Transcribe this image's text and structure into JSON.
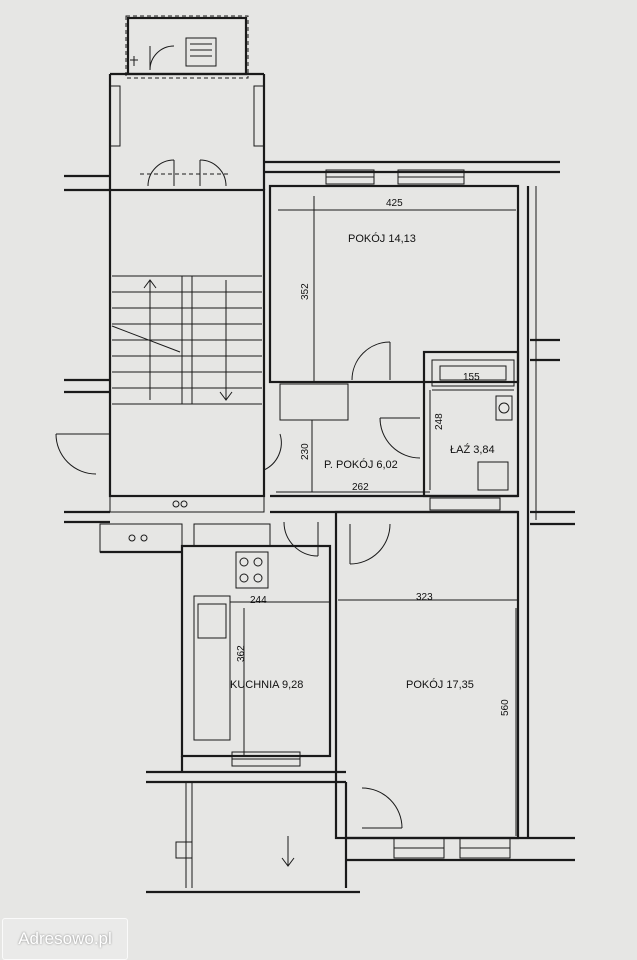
{
  "rooms": {
    "pokoj1": "POKÓJ 14,13",
    "przedpokoj": "P. POKÓJ 6,02",
    "lazienka": "ŁAŹ  3,84",
    "kuchnia": "KUCHNIA 9,28",
    "pokoj2": "POKÓJ 17,35"
  },
  "dimensions": {
    "d425": "425",
    "d352": "352",
    "d155": "155",
    "d248": "248",
    "d230": "230",
    "d262": "262",
    "d244": "244",
    "d323": "323",
    "d362": "362",
    "d560": "560"
  },
  "watermark": "Adresowo.pl",
  "colors": {
    "paper": "#e6e6e4",
    "ink": "#1a1a1a"
  }
}
